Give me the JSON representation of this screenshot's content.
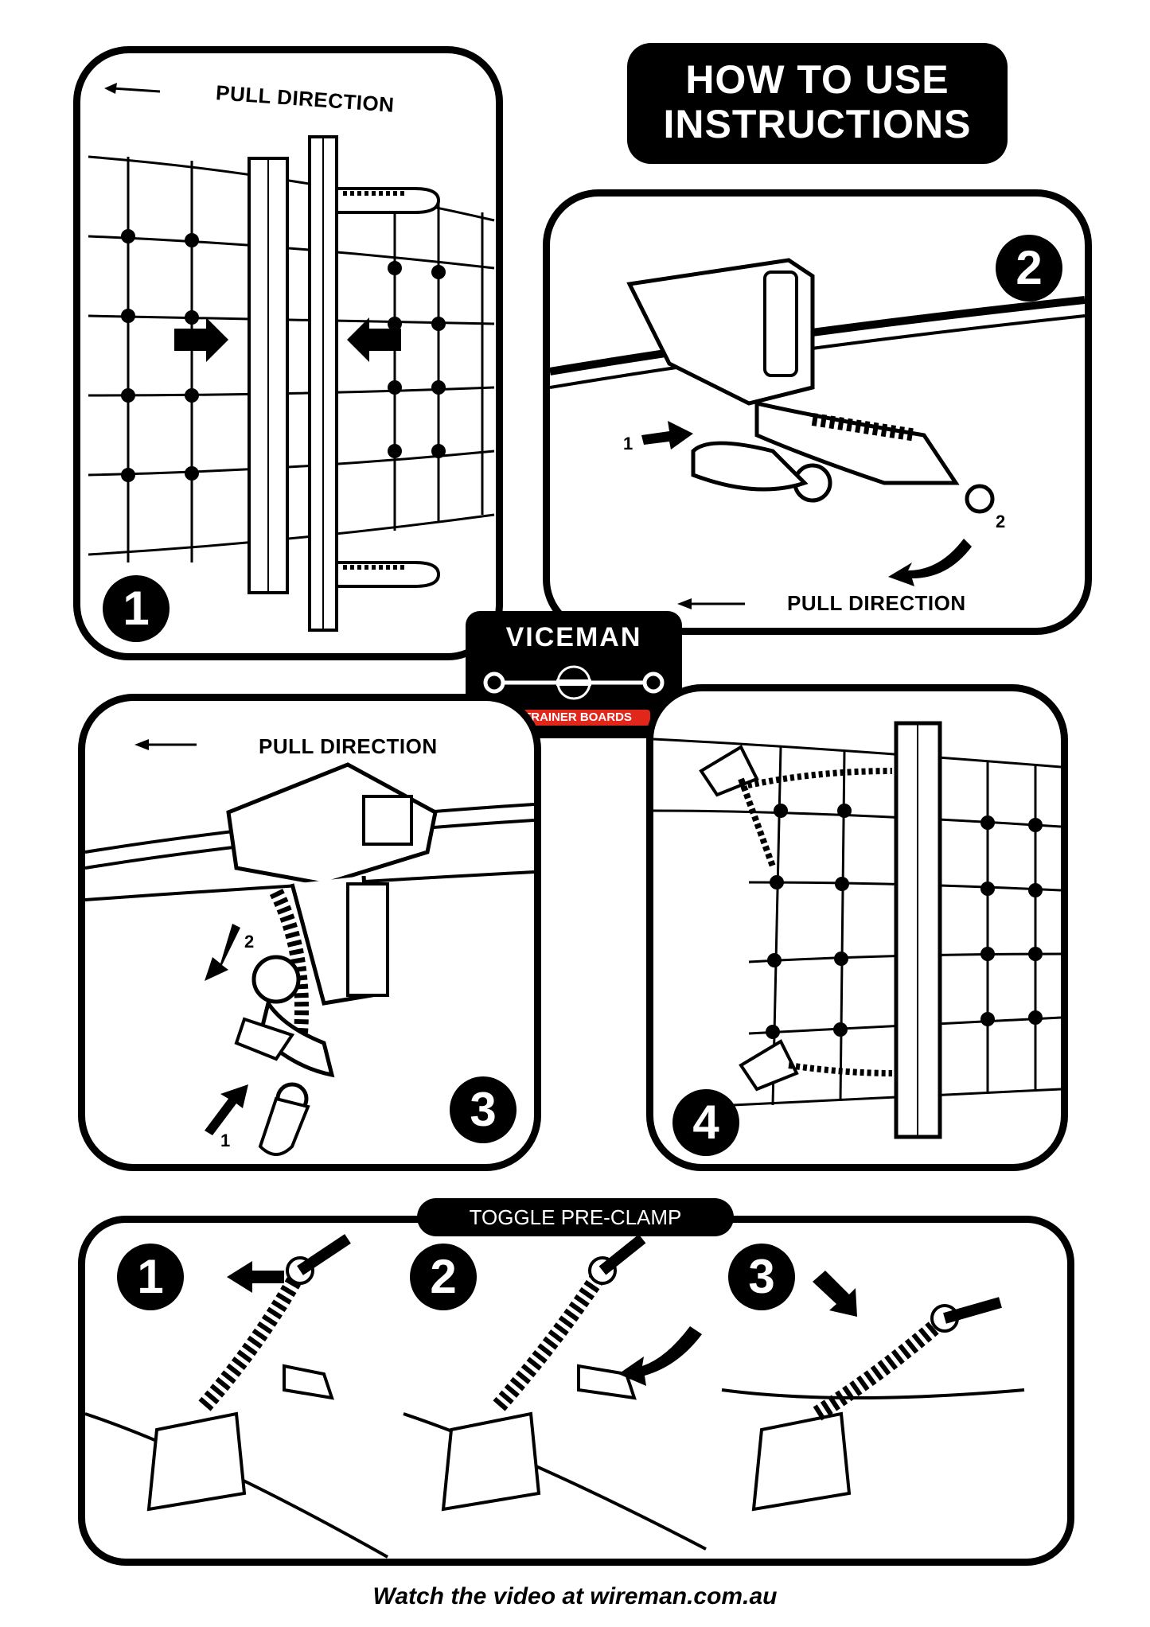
{
  "header": {
    "title_line1": "HOW TO USE",
    "title_line2": "INSTRUCTIONS"
  },
  "panels": {
    "p1": {
      "number": "1",
      "pull": "PULL DIRECTION"
    },
    "p2": {
      "number": "2",
      "pull": "PULL DIRECTION",
      "step1": "1",
      "step2": "2"
    },
    "p3": {
      "number": "3",
      "pull": "PULL DIRECTION",
      "step1": "1",
      "step2": "2"
    },
    "p4": {
      "number": "4"
    }
  },
  "logo": {
    "brand": "VICEMAN",
    "sub": "STRAINER BOARDS",
    "accent": "#e1261c"
  },
  "toggle": {
    "label": "TOGGLE PRE-CLAMP",
    "steps": [
      "1",
      "2",
      "3"
    ]
  },
  "footer": {
    "text": "Watch the video at wireman.com.au"
  }
}
